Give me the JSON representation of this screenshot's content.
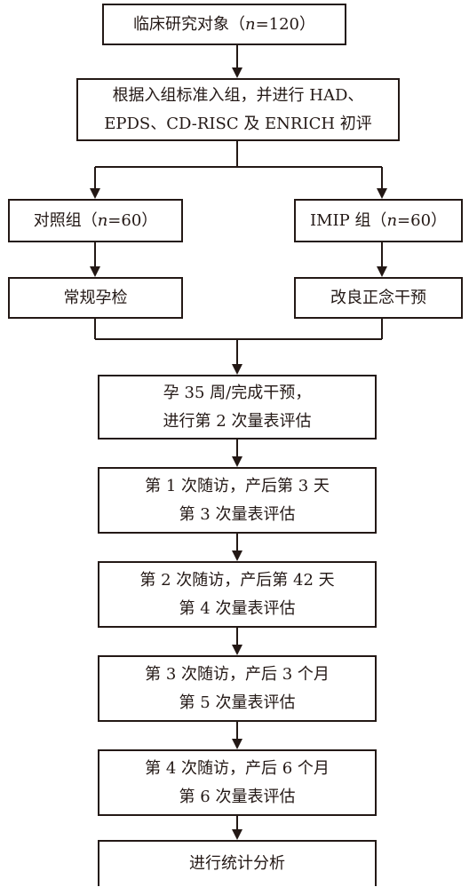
{
  "nodes": {
    "subjects": {
      "pre": "临床研究对象（",
      "n": "n",
      "post": "=120）"
    },
    "enroll": {
      "line1": "根据入组标准入组，并进行 HAD、",
      "line2": "EPDS、CD-RISC 及 ENRICH 初评"
    },
    "control_group": {
      "pre": "对照组（",
      "n": "n",
      "post": "=60）"
    },
    "imip_group": {
      "pre": "IMIP 组（",
      "n": "n",
      "post": "=60）"
    },
    "control_intervention": "常规孕检",
    "imip_intervention": "改良正念干预",
    "week35": {
      "line1": "孕 35 周/完成干预，",
      "line2": "进行第 2 次量表评估"
    },
    "followup1": {
      "line1": "第 1 次随访，产后第 3 天",
      "line2": "第 3 次量表评估"
    },
    "followup2": {
      "line1": "第 2 次随访，产后第 42 天",
      "line2": "第 4 次量表评估"
    },
    "followup3": {
      "line1": "第 3 次随访，产后 3 个月",
      "line2": "第 5 次量表评估"
    },
    "followup4": {
      "line1": "第 4 次随访，产后 6 个月",
      "line2": "第 6 次量表评估"
    },
    "analysis": "进行统计分析"
  }
}
